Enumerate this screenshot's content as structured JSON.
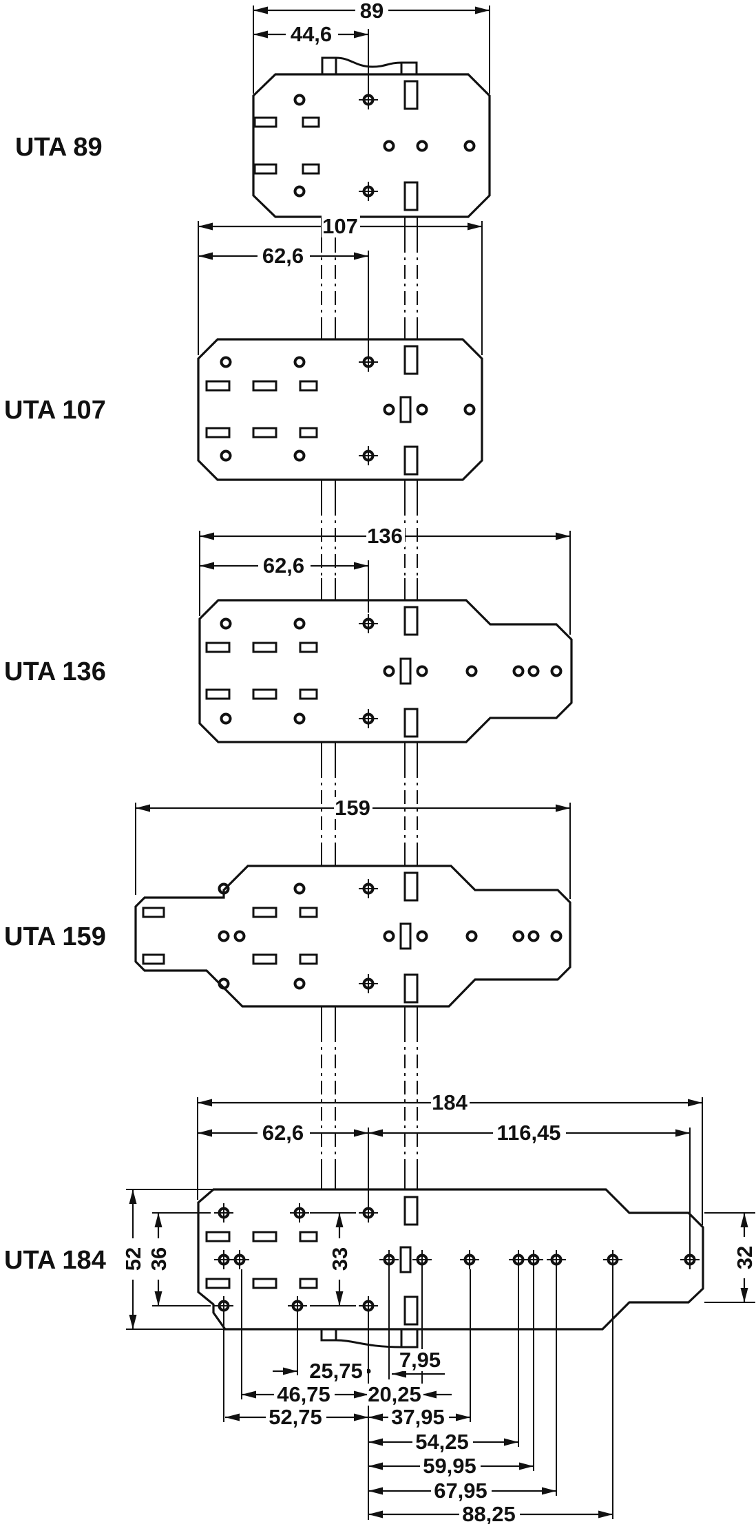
{
  "drawing": {
    "kind": "technical dimensional drawing",
    "line_color": "#111111",
    "background": "#ffffff"
  },
  "models": [
    {
      "name": "UTA 89",
      "width": "89",
      "inner": "44,6"
    },
    {
      "name": "UTA 107",
      "width": "107",
      "inner": "62,6"
    },
    {
      "name": "UTA 136",
      "width": "136",
      "inner": "62,6"
    },
    {
      "name": "UTA 159",
      "width": "159"
    },
    {
      "name": "UTA 184",
      "width": "184",
      "inner": "62,6",
      "inner2": "116,45",
      "height_overall": "52",
      "height_rows": "36",
      "height_center": "33",
      "height_ext": "32",
      "chain": [
        "25,75",
        "7,95",
        "46,75",
        "20,25",
        "52,75",
        "37,95",
        "54,25",
        "59,95",
        "67,95",
        "88,25"
      ]
    }
  ]
}
